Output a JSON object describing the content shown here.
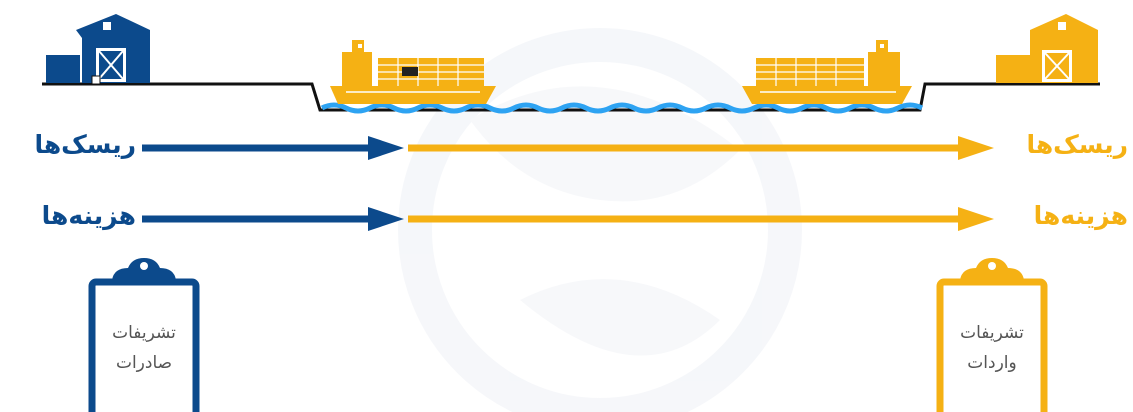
{
  "colors": {
    "export_blue": "#0c4a8c",
    "import_orange": "#f5b114",
    "water": "#2ea3f2",
    "ground": "#111111",
    "board_text": "#555555",
    "watermark": "#e9ecf2"
  },
  "icons": {
    "left_building": "warehouse-icon",
    "right_building": "warehouse-icon",
    "left_ship": "container-ship-icon",
    "right_ship": "container-ship-icon",
    "left_clipboard": "clipboard-icon",
    "right_clipboard": "clipboard-icon"
  },
  "rows": [
    {
      "left_label": "ریسک‌ها",
      "right_label": "ریسک‌ها"
    },
    {
      "left_label": "هزینه‌ها",
      "right_label": "هزینه‌ها"
    }
  ],
  "clipboards": {
    "export": {
      "line1": "تشریفات",
      "line2": "صادرات"
    },
    "import": {
      "line1": "تشریفات",
      "line2": "واردات"
    }
  }
}
